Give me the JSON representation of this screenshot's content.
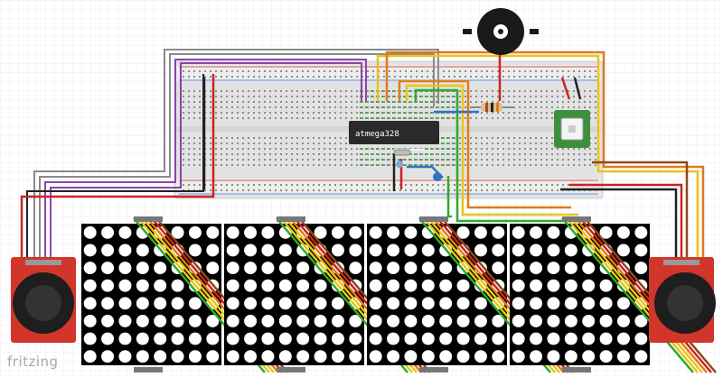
{
  "diagram": {
    "chip_label": "atmega328",
    "watermark": "fritzing",
    "matrix_count": 4,
    "matrix_rows": 8,
    "matrix_cols": 8,
    "colors": {
      "grid": "#e9eef5",
      "board": "#e2e2e2",
      "rail_red": "#d9534f",
      "rail_blue": "#5b8dd9",
      "hole_green": "#3fae3f",
      "matrix_bg": "#000000",
      "led_off": "#ffffff",
      "pcb_red": "#d2352a",
      "joystick_knob": "#1e1e1e",
      "chip_body": "#2a2a2a",
      "buzzer": "#1a1a1a",
      "button_board": "#3d8f3d",
      "wire_gray": "#8a8a8a",
      "wire_purple": "#8e44ad",
      "wire_black": "#222222",
      "wire_red": "#cc2222",
      "wire_yellow": "#e8c51a",
      "wire_orange": "#e07b1a",
      "wire_brown": "#8b4a1a",
      "wire_green": "#2eaa2e",
      "wire_blue": "#2f74c0",
      "wire_white": "#f2f2f2"
    }
  }
}
